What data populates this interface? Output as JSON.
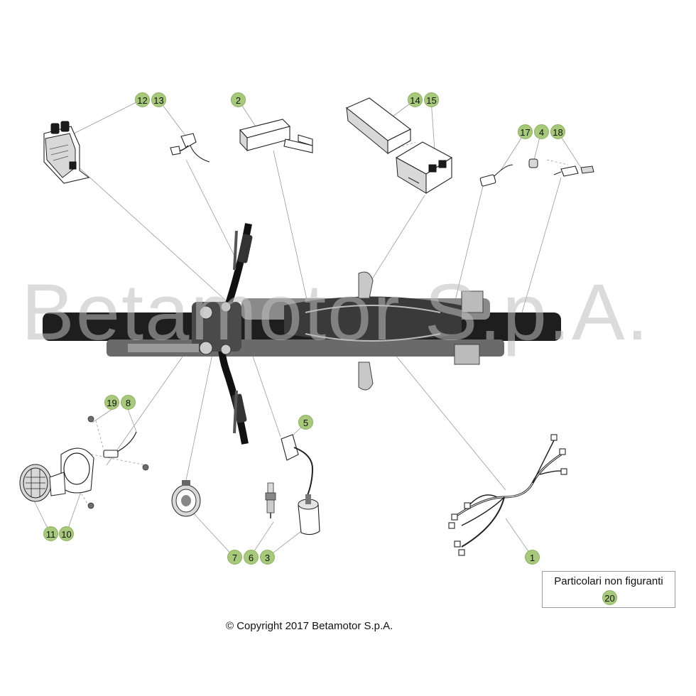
{
  "watermark": "Betamotor S.p.A.",
  "copyright": "© Copyright 2017 Betamotor S.p.A.",
  "legend": {
    "label": "Particolari non figuranti",
    "number": "20"
  },
  "callouts": {
    "c12": "12",
    "c13": "13",
    "c2": "2",
    "c14": "14",
    "c15": "15",
    "c17": "17",
    "c4": "4",
    "c18": "18",
    "c5": "5",
    "c19": "19",
    "c8": "8",
    "c11": "11",
    "c10": "10",
    "c7": "7",
    "c6": "6",
    "c3": "3",
    "c1": "1"
  },
  "colors": {
    "callout_fill": "#a6c97a",
    "line": "#9a9a9a"
  }
}
